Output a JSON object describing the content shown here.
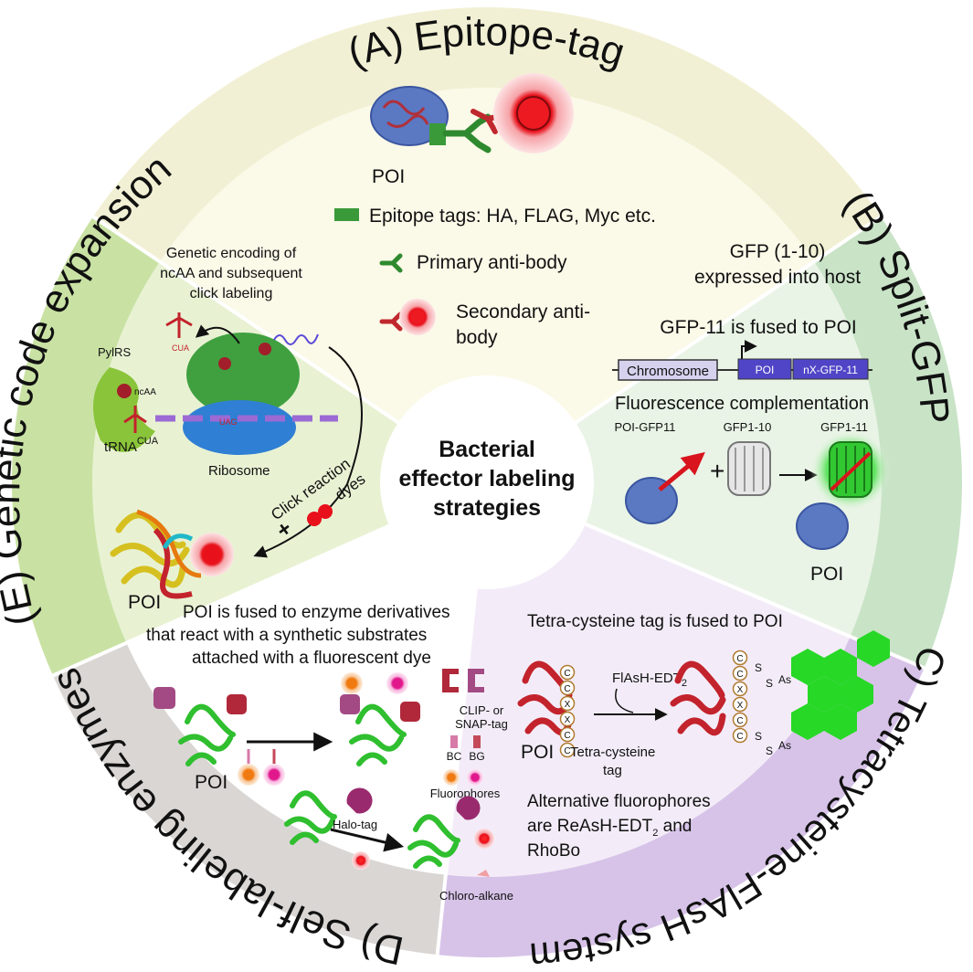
{
  "center": {
    "line1": "Bacterial",
    "line2": "effector labeling",
    "line3": "strategies"
  },
  "rim": {
    "a": "(A) Epitope-tag",
    "b": "(B) Split-GFP",
    "c": "(C) Tetracysteine-FlAsH system",
    "d": "(D) Self-labeling enzymes",
    "e": "(E) Genetic code expansion"
  },
  "colors": {
    "a_rim": "#f2f0d4",
    "a_inner": "#fbf9e8",
    "b_rim": "#c9e3c7",
    "b_inner": "#e9f4e6",
    "c_rim": "#d7c3e8",
    "c_inner": "#f3ecf8",
    "d_rim": "#d9d6d4",
    "d_inner": "#ffffff",
    "e_rim": "#c9e2a4",
    "e_inner": "#e8f2d3"
  },
  "panel_a": {
    "poi": "POI",
    "legend_tags": "Epitope tags: HA, FLAG, Myc etc.",
    "legend_primary": "Primary anti-body",
    "legend_secondary_1": "Secondary anti-",
    "legend_secondary_2": "body"
  },
  "panel_b": {
    "gfp_line1": "GFP (1-10)",
    "gfp_line2": "expressed into host",
    "fused": "GFP-11 is fused to POI",
    "chromosome": "Chromosome",
    "poi_box": "POI",
    "nx_box": "nX-GFP-11",
    "complementation": "Fluorescence complementation",
    "poi_gfp11": "POI-GFP11",
    "gfp1_10": "GFP1-10",
    "gfp1_11": "GFP1-11",
    "plus": "+",
    "poi": "POI"
  },
  "panel_c": {
    "title": "Tetra-cysteine tag is fused to POI",
    "reagent": "FlAsH-EDT",
    "reagent_sub": "2",
    "poi": "POI",
    "tag_1": "Tetra-cysteine",
    "tag_2": "tag",
    "alt_1": "Alternative fluorophores",
    "alt_2a": "are ReAsH-EDT",
    "alt_2_sub": "2",
    "alt_2b": " and",
    "alt_3": "RhoBo",
    "residues": [
      "C",
      "C",
      "X",
      "X",
      "C",
      "C"
    ],
    "bond_s": "S",
    "bond_as": "As"
  },
  "panel_d": {
    "desc_1": "POI is fused to enzyme derivatives",
    "desc_2": "that react with a synthetic substrates",
    "desc_3": "attached with a fluorescent dye",
    "poi": "POI",
    "clip_1": "CLIP- or",
    "clip_2": "SNAP-tag",
    "bc": "BC",
    "bg": "BG",
    "fluorophores": "Fluorophores",
    "halo": "Halo-tag",
    "chloro": "Chloro-alkane"
  },
  "panel_e": {
    "desc_1": "Genetic encoding of",
    "desc_2": "ncAA and subsequent",
    "desc_3": "click labeling",
    "pylrs": "PylRS",
    "ncaa": "ncAA",
    "trna": "tRNA",
    "trna_sup": "CUA",
    "cua": "CUA",
    "uag": "UAG",
    "ribosome": "Ribosome",
    "click": "Click reaction",
    "dyes": "dyes",
    "plus": "+",
    "poi": "POI"
  }
}
